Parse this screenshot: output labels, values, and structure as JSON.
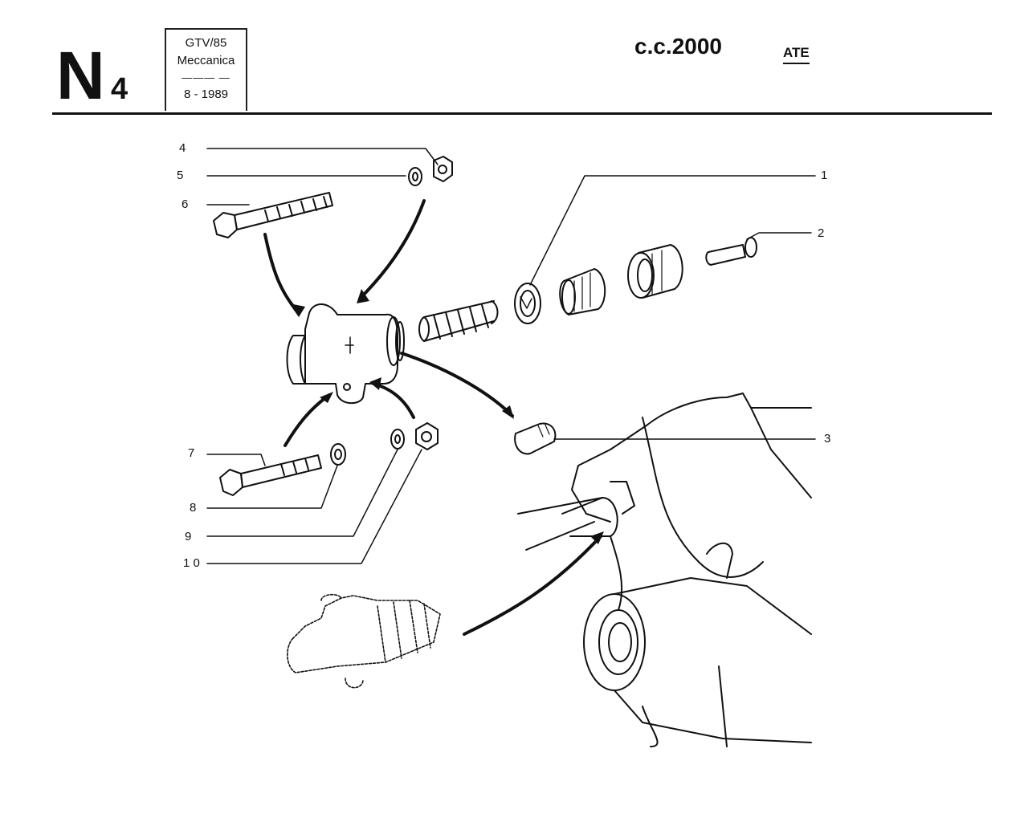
{
  "header": {
    "section_letter": "N",
    "section_number": "4",
    "model": "GTV/85",
    "group": "Meccanica",
    "dash": "——— —",
    "date": "8 - 1989",
    "engine": "c.c.2000",
    "brand": "ATE"
  },
  "callouts": [
    {
      "id": "4",
      "text": "4"
    },
    {
      "id": "5",
      "text": "5"
    },
    {
      "id": "6",
      "text": "6"
    },
    {
      "id": "1",
      "text": "1"
    },
    {
      "id": "2",
      "text": "2"
    },
    {
      "id": "3",
      "text": "3"
    },
    {
      "id": "7",
      "text": "7"
    },
    {
      "id": "8",
      "text": "8"
    },
    {
      "id": "9",
      "text": "9"
    },
    {
      "id": "10",
      "text": "1 0"
    }
  ],
  "colors": {
    "ink": "#111111",
    "paper": "#ffffff"
  }
}
